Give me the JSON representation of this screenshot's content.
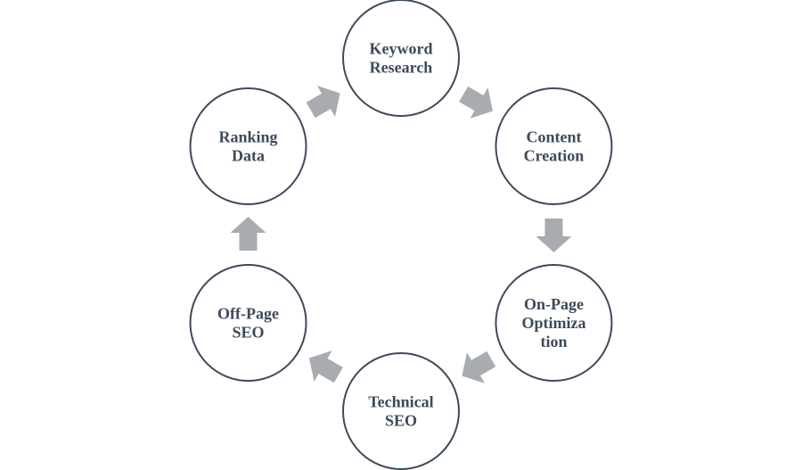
{
  "diagram": {
    "type": "cycle",
    "nodes": [
      {
        "id": "keyword-research",
        "lines": [
          "Keyword",
          "Research"
        ]
      },
      {
        "id": "content-creation",
        "lines": [
          "Content",
          "Creation"
        ]
      },
      {
        "id": "on-page-optimization",
        "lines": [
          "On-Page",
          "Optimiza",
          "tion"
        ]
      },
      {
        "id": "technical-seo",
        "lines": [
          "Technical",
          "SEO"
        ]
      },
      {
        "id": "off-page-seo",
        "lines": [
          "Off-Page",
          "SEO"
        ]
      },
      {
        "id": "ranking-data",
        "lines": [
          "Ranking",
          "Data"
        ]
      }
    ],
    "arrow_color": "#a8abb0",
    "circle_stroke_color": "#3d4a5c",
    "label_color": "#3d4a5c"
  }
}
